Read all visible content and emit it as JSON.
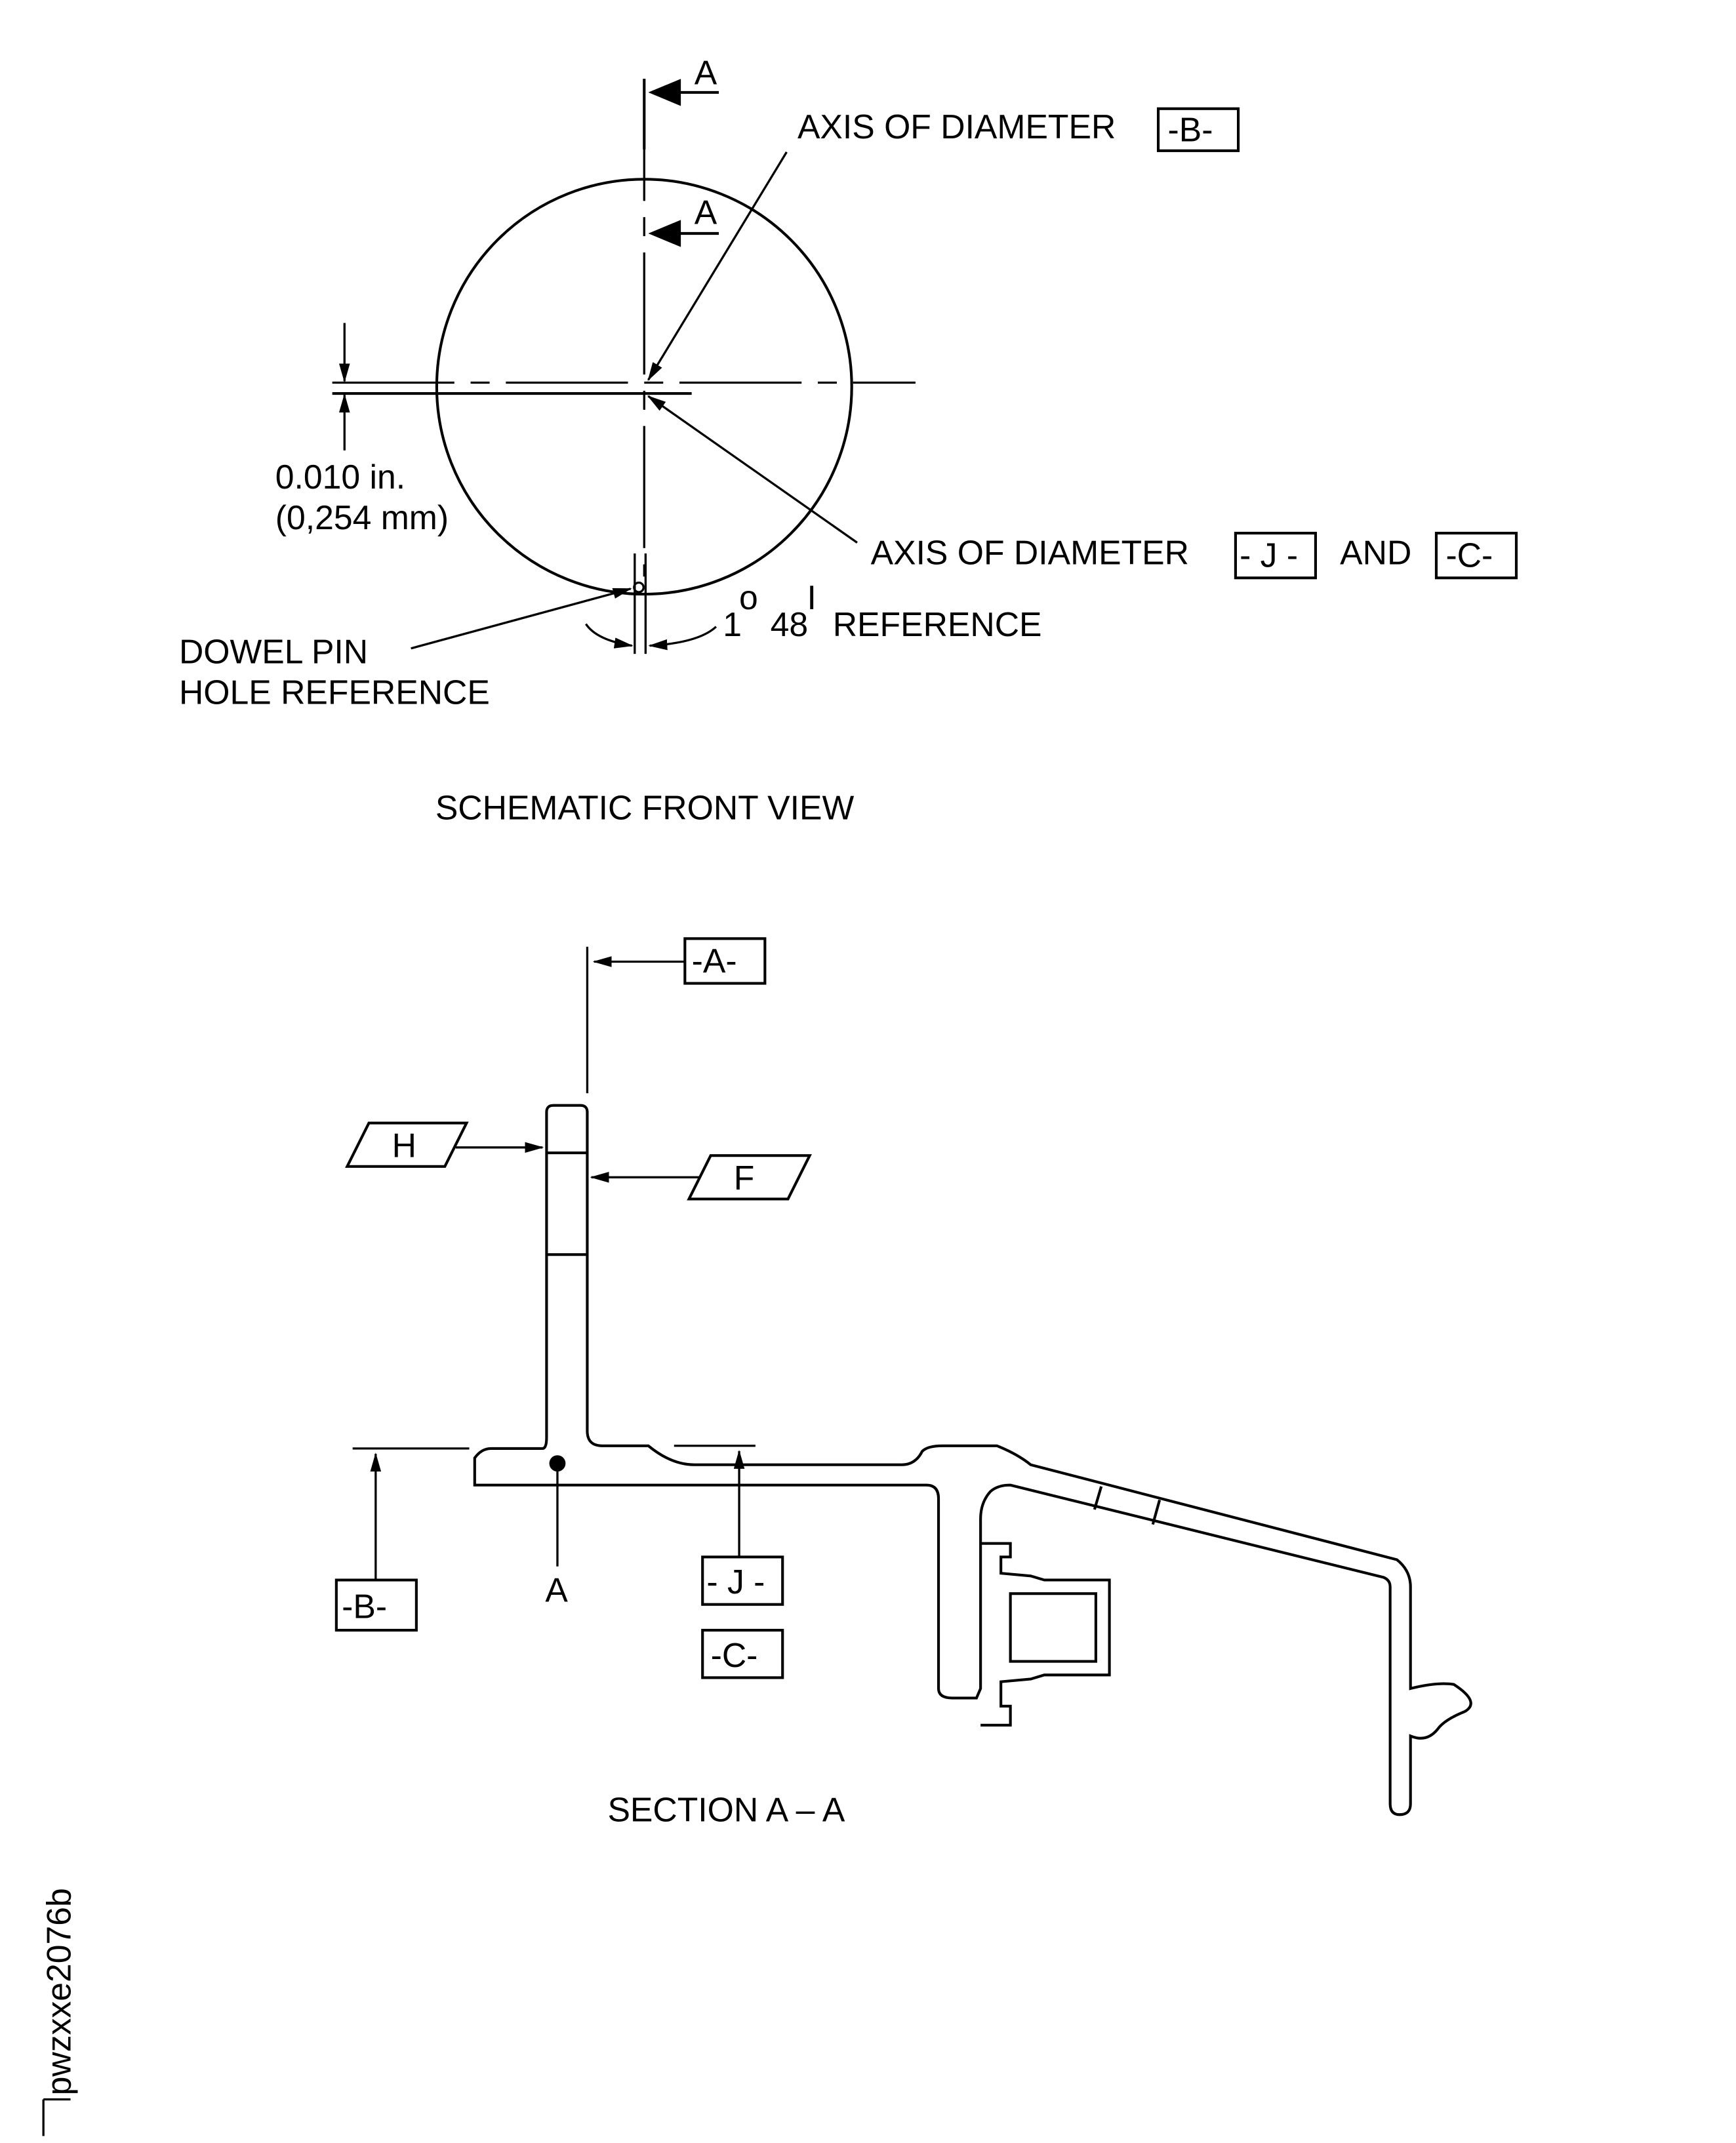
{
  "front_view": {
    "title": "SCHEMATIC FRONT VIEW",
    "section_mark": "A",
    "axis_b_label": "AXIS OF DIAMETER",
    "datum_b": "-B-",
    "axis_jc_label": "AXIS OF DIAMETER",
    "datum_j": "- J -",
    "and_label": "AND",
    "datum_c": "-C-",
    "offset_in": "0.010 in.",
    "offset_mm": "(0,254 mm)",
    "angle_deg": "1",
    "angle_deg_sym": "o",
    "angle_min": "48",
    "angle_min_sym": "I",
    "angle_ref": "REFERENCE",
    "dowel_line1": "DOWEL PIN",
    "dowel_line2": "HOLE REFERENCE"
  },
  "section_view": {
    "title": "SECTION A – A",
    "datum_a": "-A-",
    "datum_h": "H",
    "datum_f": "F",
    "datum_b": "-B-",
    "point_a": "A",
    "datum_j": "- J -",
    "datum_c": "-C-"
  },
  "figure_id": "pwzxxe2076b"
}
